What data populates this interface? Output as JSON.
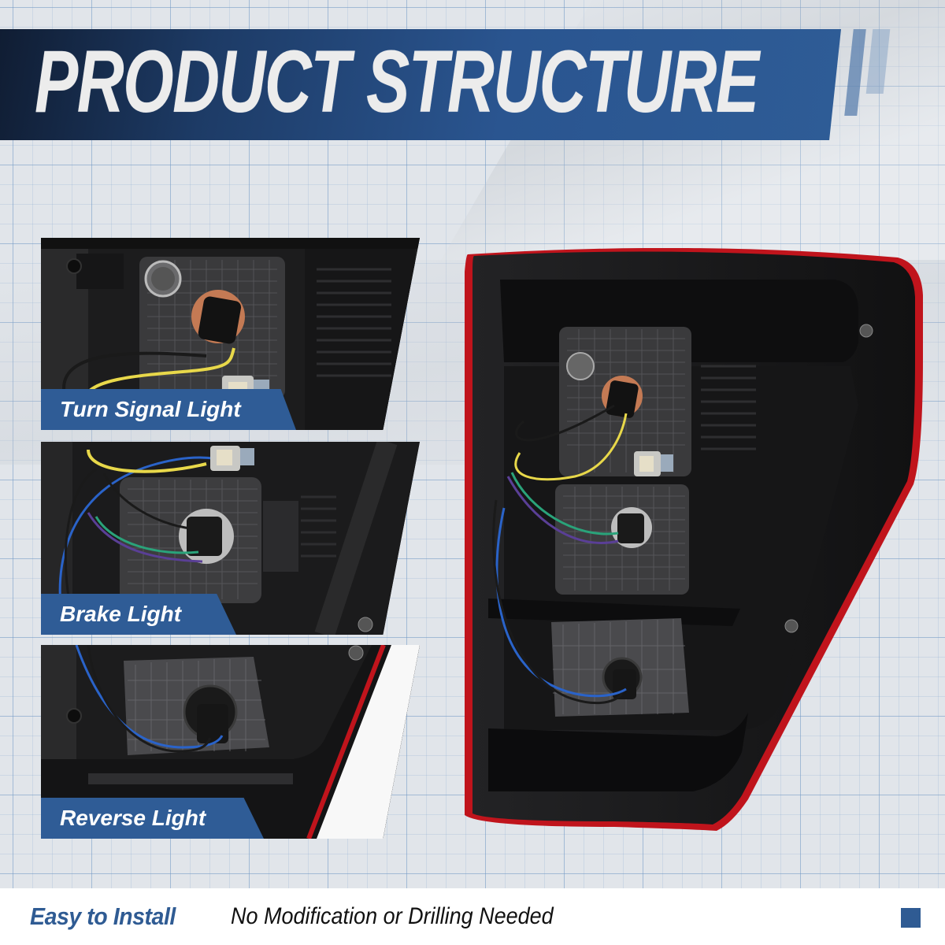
{
  "header": {
    "title": "PRODUCT STRUCTURE"
  },
  "panels": [
    {
      "label": "Turn Signal Light",
      "icon": "turn-signal-bulb-socket"
    },
    {
      "label": "Brake Light",
      "icon": "brake-bulb-socket"
    },
    {
      "label": "Reverse Light",
      "icon": "reverse-bulb-socket"
    }
  ],
  "product": {
    "name": "tail-light-assembly-rear-view",
    "housing_color": "#1a1a1b",
    "lens_edge_color": "#c0141c",
    "wire_colors": [
      "#e8d84a",
      "#2a63c9",
      "#2aa37a",
      "#5a3f96",
      "#1a1a1a"
    ]
  },
  "footer": {
    "highlight": "Easy to Install",
    "text": "No Modification or Drilling Needed"
  },
  "colors": {
    "brand_blue": "#2f5c96",
    "banner_dark": "#101d33",
    "grid_background": "#e1e5ea"
  }
}
